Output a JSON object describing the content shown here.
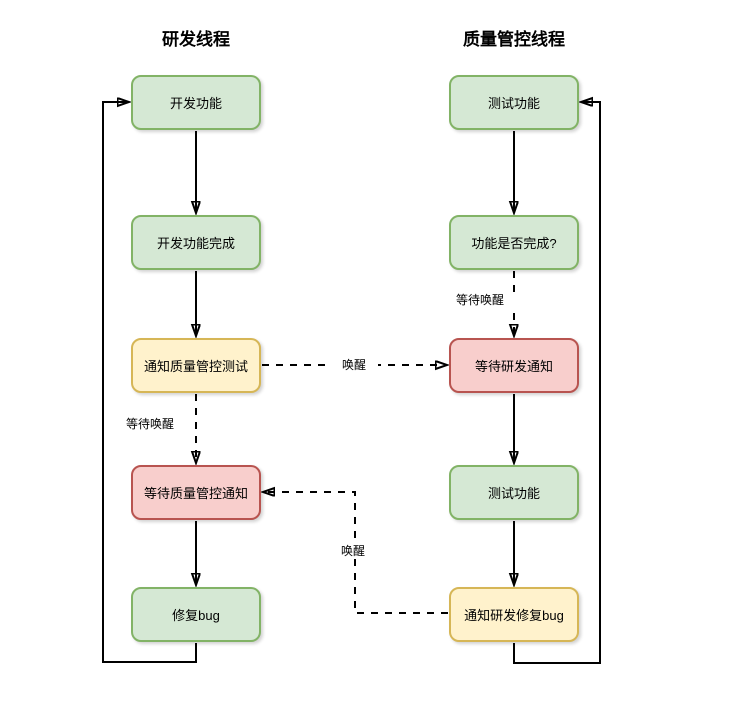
{
  "diagram": {
    "threads": [
      {
        "title": "研发线程",
        "nodes": [
          {
            "label": "开发功能",
            "type": "green"
          },
          {
            "label": "开发功能完成",
            "type": "green"
          },
          {
            "label": "通知质量管控测试",
            "type": "yellow"
          },
          {
            "label": "等待质量管控通知",
            "type": "red"
          },
          {
            "label": "修复bug",
            "type": "green"
          }
        ]
      },
      {
        "title": "质量管控线程",
        "nodes": [
          {
            "label": "测试功能",
            "type": "green"
          },
          {
            "label": "功能是否完成?",
            "type": "green"
          },
          {
            "label": "等待研发通知",
            "type": "red"
          },
          {
            "label": "测试功能",
            "type": "green"
          },
          {
            "label": "通知研发修复bug",
            "type": "yellow"
          }
        ]
      }
    ],
    "edge_labels": {
      "dev_wait_wake": "等待唤醒",
      "qa_wait_wake": "等待唤醒",
      "wake_horizontal": "唤醒",
      "wake_vertical": "唤醒"
    },
    "colors": {
      "green_fill": "#d5e8d4",
      "green_stroke": "#82b366",
      "yellow_fill": "#fff2cc",
      "yellow_stroke": "#d6b656",
      "red_fill": "#f8cecc",
      "red_stroke": "#b85450",
      "line": "#000000",
      "background": "#ffffff"
    }
  }
}
